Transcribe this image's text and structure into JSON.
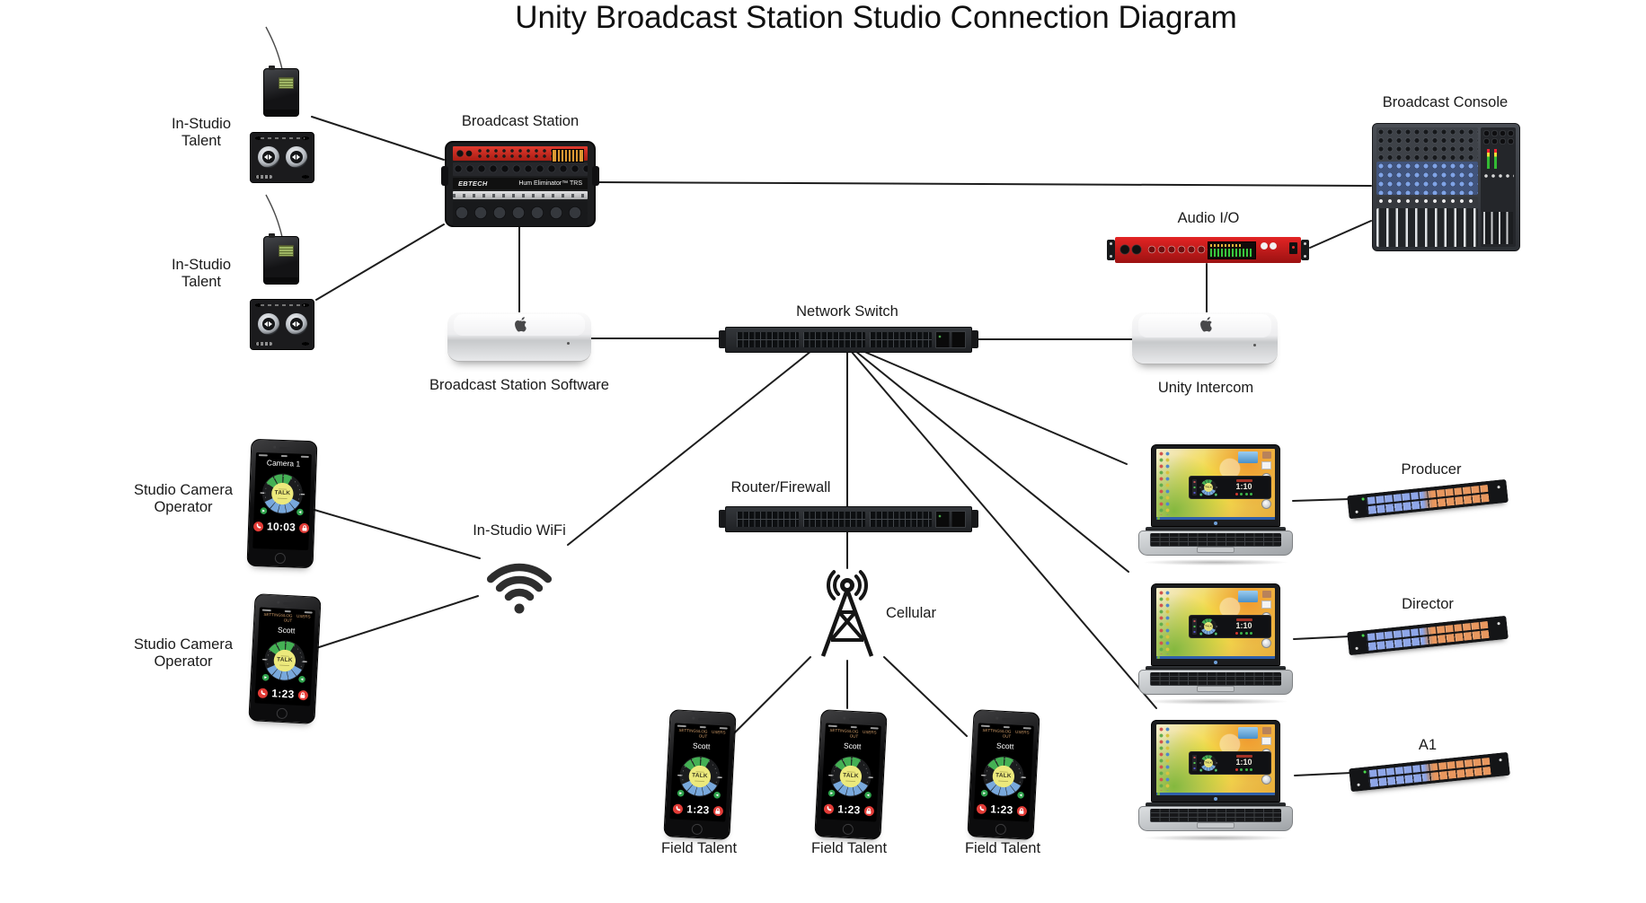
{
  "title": "Unity Broadcast Station Studio Connection Diagram",
  "nodes": {
    "talent1": {
      "label": "In-Studio Talent"
    },
    "talent2": {
      "label": "In-Studio Talent"
    },
    "broadcast_station": {
      "label": "Broadcast Station",
      "unit_brand": "EBTECH",
      "unit_model": "Hum Eliminator™ TRS"
    },
    "broadcast_console": {
      "label": "Broadcast Console"
    },
    "audio_io": {
      "label": "Audio I/O"
    },
    "station_software": {
      "label": "Broadcast Station Software"
    },
    "network_switch": {
      "label": "Network Switch"
    },
    "unity_intercom": {
      "label": "Unity Intercom"
    },
    "router": {
      "label": "Router/Firewall"
    },
    "wifi": {
      "label": "In-Studio WiFi"
    },
    "cellular": {
      "label": "Cellular"
    }
  },
  "phone_menu": {
    "settings": "SETTINGS",
    "logout": "LOG OUT",
    "users": "USERS"
  },
  "phones": [
    {
      "label": "Studio Camera Operator",
      "screen_title": "Camera 1",
      "talk": "TALK",
      "time": "10:03"
    },
    {
      "label": "Studio Camera Operator",
      "screen_title": "Scott",
      "talk": "TALK",
      "time": "1:23"
    },
    {
      "label": "Field Talent",
      "screen_title": "Scott",
      "talk": "TALK",
      "time": "1:23"
    },
    {
      "label": "Field Talent",
      "screen_title": "Scott",
      "talk": "TALK",
      "time": "1:23"
    },
    {
      "label": "Field Talent",
      "screen_title": "Scott",
      "talk": "TALK",
      "time": "1:23"
    }
  ],
  "laptops": [
    {
      "talk": "TALK",
      "time": "1:10"
    },
    {
      "talk": "TALK",
      "time": "1:10"
    },
    {
      "talk": "TALK",
      "time": "1:10"
    }
  ],
  "panels": [
    {
      "label": "Producer"
    },
    {
      "label": "Director"
    },
    {
      "label": "A1"
    }
  ],
  "colors": {
    "line": "#1d1d1d",
    "accent_red": "#cc2222",
    "talk_yellow": "#ece97c",
    "wedge_green": "#44b054",
    "wedge_blue": "#78a8dc",
    "panel_blue": "#8ea6e8",
    "panel_orange": "#e8975e"
  }
}
